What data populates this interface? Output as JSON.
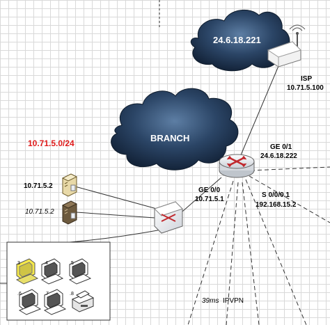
{
  "clouds": {
    "isp_cloud": "24.6.18.221",
    "branch_cloud": "BRANCH"
  },
  "labels": {
    "isp_title": "ISP",
    "isp_ip": "10.71.5.100",
    "subnet": "10.71.5.0/24",
    "server1_ip": "10.71.5.2",
    "server2_ip": "10.71.5.2",
    "ge01_name": "GE 0/1",
    "ge01_ip": "24.6.18.222",
    "ge00_name": "GE 0/0",
    "ge00_ip": "10.71.5.1",
    "s0001_name": "S 0/0/0.1",
    "s0001_ip": "192.168.15.2",
    "latency": "39ms",
    "vpn": "IPVPN"
  },
  "pc_labels": [
    ".3",
    ".4",
    ".5",
    ".6",
    ".7",
    ".8"
  ],
  "colors": {
    "cloud_dark": "#1c2f47",
    "subnet_text": "#e01b1b",
    "grid": "#d9d9d9",
    "highlight_pc": "#f5e84a"
  }
}
